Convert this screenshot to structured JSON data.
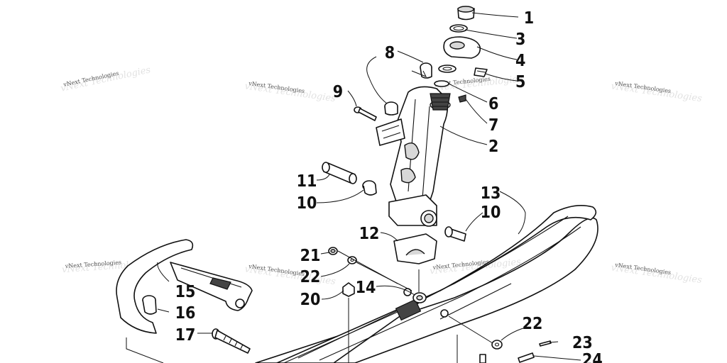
{
  "watermark": "vNext Technologies",
  "callouts": {
    "c1": "1",
    "c2": "2",
    "c3": "3",
    "c4": "4",
    "c5": "5",
    "c6": "6",
    "c7": "7",
    "c8": "8",
    "c9": "9",
    "c10a": "10",
    "c10b": "10",
    "c11": "11",
    "c12": "12",
    "c13": "13",
    "c14": "14",
    "c15": "15",
    "c16": "16",
    "c17": "17",
    "c20": "20",
    "c21": "21",
    "c22a": "22",
    "c22b": "22",
    "c23": "23",
    "c24": "24"
  }
}
